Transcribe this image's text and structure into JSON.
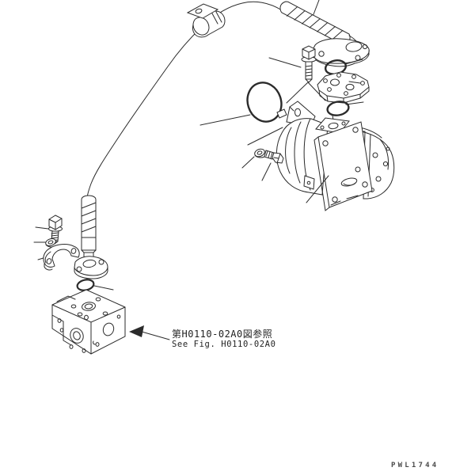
{
  "figure": {
    "reference_note": {
      "jp": "第H0110-02A0図参照",
      "en": "See Fig. H0110-02A0"
    },
    "watermark": "PWL1744",
    "parts": [
      "hose",
      "hose-clamp",
      "wrapped-hose",
      "elbow-flange",
      "hex-bolt",
      "o-ring",
      "adapter-flange-block",
      "o-ring",
      "pump-mount-o-ring",
      "washer",
      "hex-bolt",
      "pump-assembly",
      "tube",
      "hex-bolt",
      "washer",
      "split-flange-clamp",
      "tube-flange",
      "o-ring",
      "valve-block"
    ],
    "colors": {
      "line": "#2b2b2b",
      "background": "#ffffff",
      "watermark": "#4a4a4a"
    }
  }
}
